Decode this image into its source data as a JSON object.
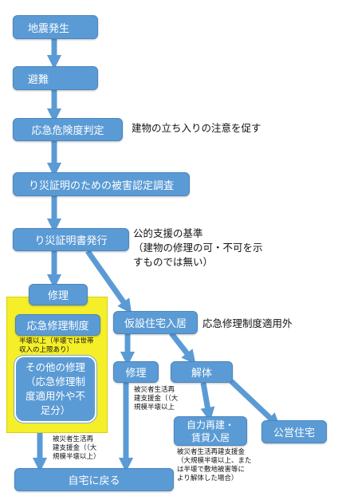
{
  "nodes": {
    "earthquake": "地震発生",
    "evacuation": "避難",
    "emergency_risk": "応急危険度判定",
    "damage_survey": "り災証明のための被害認定調査",
    "certificate_issue": "り災証明書発行",
    "repair": "修理",
    "emergency_repair": "応急修理制度",
    "temporary_housing": "仮設住宅入居",
    "repair2": "修理",
    "demolition": "解体",
    "other_repair": [
      "その他の修理",
      "（応急修理制",
      "度適用外や不",
      "足分）"
    ],
    "self_rebuild": [
      "自力再建・",
      "賃貸入居"
    ],
    "public_housing": "公営住宅",
    "return_home": "自宅に戻る"
  },
  "notes": {
    "risk_note": "建物の立ち入りの注意を促す",
    "cert_note": [
      "公的支援の基準",
      "（建物の修理の可・不可を示",
      "すものでは無い）"
    ],
    "temp_note": "応急修理制度適用外"
  },
  "small_notes": {
    "half_destroyed": [
      "半壊以上（半壊では世帯",
      "収入の上限あり）"
    ],
    "support_mid": [
      "被災者生活再",
      "建支援金（（大",
      "規模半壊以上"
    ],
    "support_left": [
      "被災者生活再",
      "建支援金（（大",
      "規模半壊以上）"
    ],
    "support_bottom": [
      "被災者生活再建支援金",
      "（大規模半壊以上、また",
      "は半壊で敷地被害等に",
      "より解体した場合）"
    ]
  },
  "colors": {
    "box": "#5b9bd5",
    "arrow": "#5b9bd5",
    "highlight": "#f5ef29"
  }
}
